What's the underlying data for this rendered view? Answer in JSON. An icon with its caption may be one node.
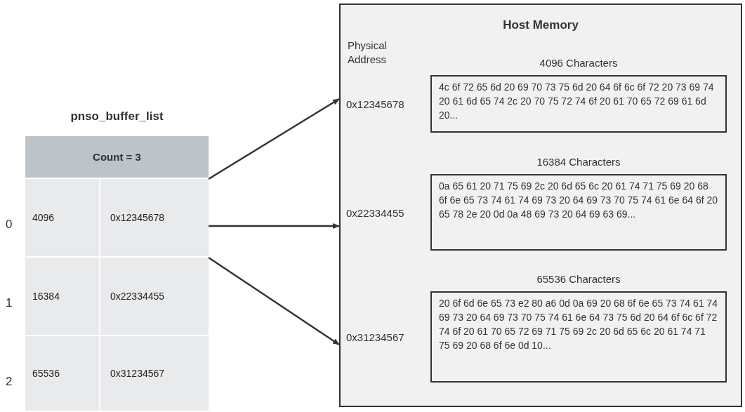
{
  "diagram": {
    "nodes": [
      {
        "text": [
          "pnso_buffer_list"
        ]
      },
      {
        "text": [
          "Host Memory"
        ]
      },
      {
        "text": [
          "4c 6f 72 65 6d 20 69 70 73 75 6d 20 64 6f 6c 6f 72 20 73 69 74 20 61 6d 65 74 2c 20 70 75 72 74 6f 20 61 70 65 72 69 61 6d 20..."
        ],
        "in": 1,
        "beside": [
          "4096 Characters",
          "0x12345678"
        ]
      },
      {
        "text": [
          "0a 65 61 20 71 75 69 2c 20 6d 65 6c 20 61 74 71 75 69 20 68 6f 6e 65 73 74 61 74 69 73 20 64 69 73 70 75 74 61 6e 64 6f 20 65 78 2e 20 0d 0a 48 69 73 20 64 69 63 69..."
        ],
        "in": 1,
        "beside": [
          "16384 Characters",
          "0x22334455"
        ]
      },
      {
        "text": [
          "20 6f 6d 6e 65 73 e2 80 a6 0d 0a 69 20 68 6f 6e 65 73 74 61 74 69 73 20 64 69 73 70 75 74 61 6e 64 73 75 6d 20 64 6f 6c 6f 72 74 6f 20 61 70 65 72 69 71 75 69 2c 20 6d 65 6c 20 61 74 71 75 69 20 68 6f 6e 0d 10..."
        ],
        "in": 1,
        "beside": [
          "65536 Characters",
          "0x31234567"
        ]
      }
    ],
    "edges": [
      {
        "from": 0,
        "to": 1,
        "arrow": "to"
      },
      {
        "from": 0,
        "to": 1,
        "arrow": "to"
      },
      {
        "from": 0,
        "to": 1,
        "arrow": "to"
      }
    ],
    "labels": [
      "Physical Address",
      "Count = 3",
      "0",
      "4096",
      "0x12345678",
      "1",
      "16384",
      "0x22334455",
      "2",
      "65536",
      "0x31234567"
    ]
  }
}
